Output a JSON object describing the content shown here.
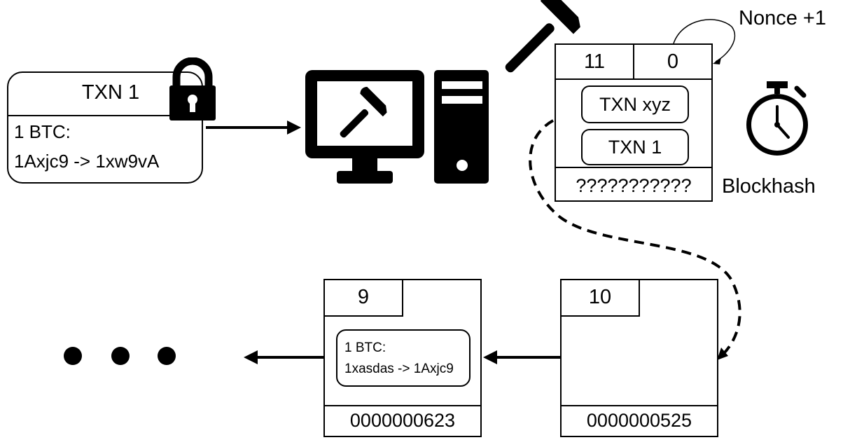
{
  "transaction": {
    "title": "TXN 1",
    "amount": "1 BTC:",
    "transfer": "1Axjc9 -> 1xw9vA"
  },
  "candidate_block": {
    "number": "11",
    "nonce": "0",
    "transactions": [
      "TXN xyz",
      "TXN 1"
    ],
    "hash": "???????????"
  },
  "labels": {
    "nonce_increment": "Nonce +1",
    "blockhash": "Blockhash"
  },
  "chain": [
    {
      "number": "9",
      "transaction_amount": "1 BTC:",
      "transaction_transfer": "1xasdas -> 1Axjc9",
      "hash": "0000000623"
    },
    {
      "number": "10",
      "hash": "0000000525"
    }
  ]
}
